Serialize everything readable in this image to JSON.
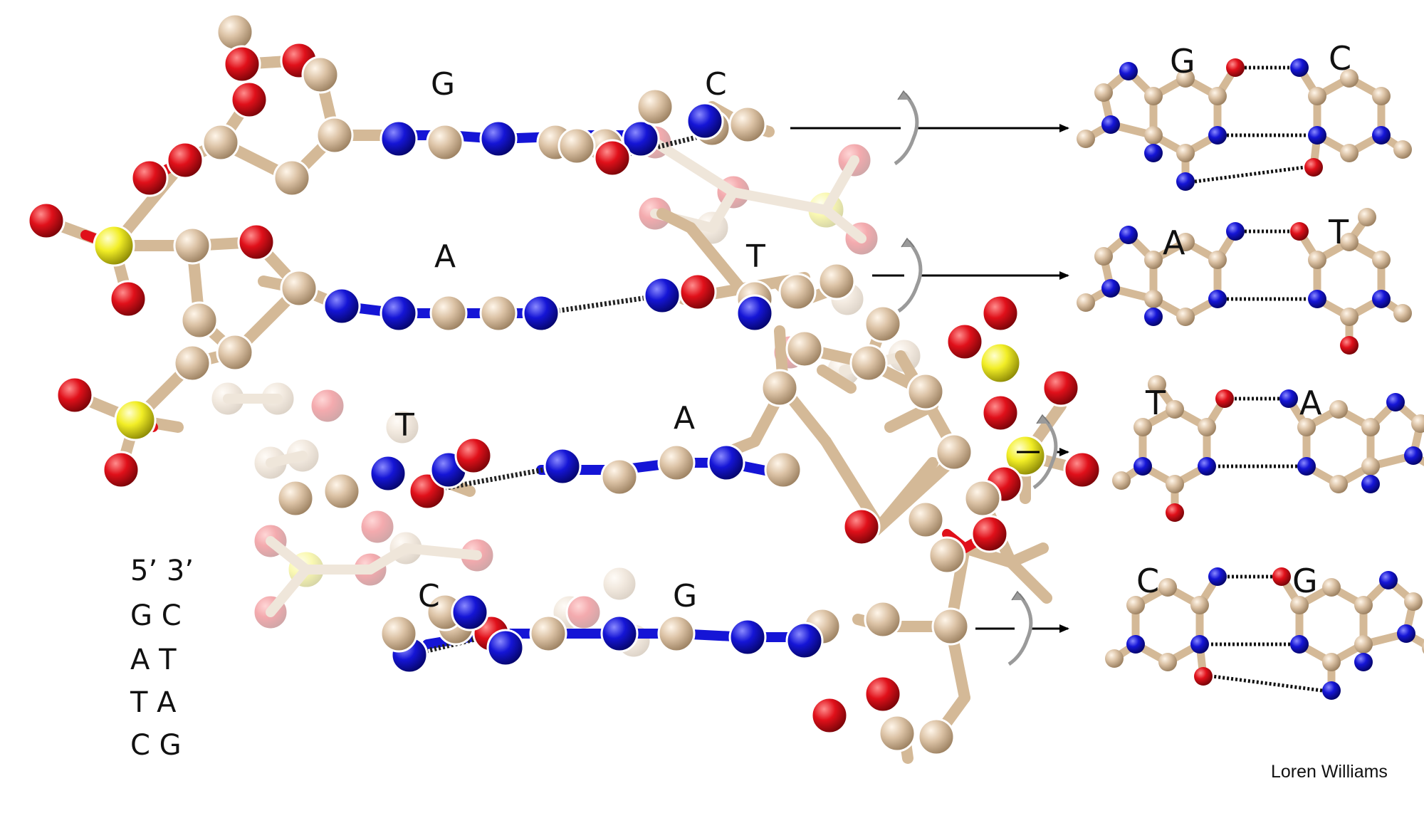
{
  "colors": {
    "carbon": "#dcc3a6",
    "nitrogen": "#1515d6",
    "oxygen": "#e0101a",
    "phosphorus": "#f2ee26",
    "bond": "#d4b997",
    "arrow": "#000000"
  },
  "duplex_labels": {
    "pair1_left": "G",
    "pair1_right": "C",
    "pair2_left": "A",
    "pair2_right": "T",
    "pair3_left": "T",
    "pair3_right": "A",
    "pair4_left": "C",
    "pair4_right": "G"
  },
  "pair_diagrams": [
    {
      "left": "G",
      "right": "C",
      "hbonds": 3
    },
    {
      "left": "A",
      "right": "T",
      "hbonds": 2
    },
    {
      "left": "T",
      "right": "A",
      "hbonds": 2
    },
    {
      "left": "C",
      "right": "G",
      "hbonds": 3
    }
  ],
  "sequence": {
    "header": "5’ 3’",
    "rows": [
      "G C",
      "A T",
      "T A",
      "C G"
    ]
  },
  "credit": "Loren Williams",
  "icons": [
    "rotation-icon",
    "arrow-right-icon"
  ]
}
